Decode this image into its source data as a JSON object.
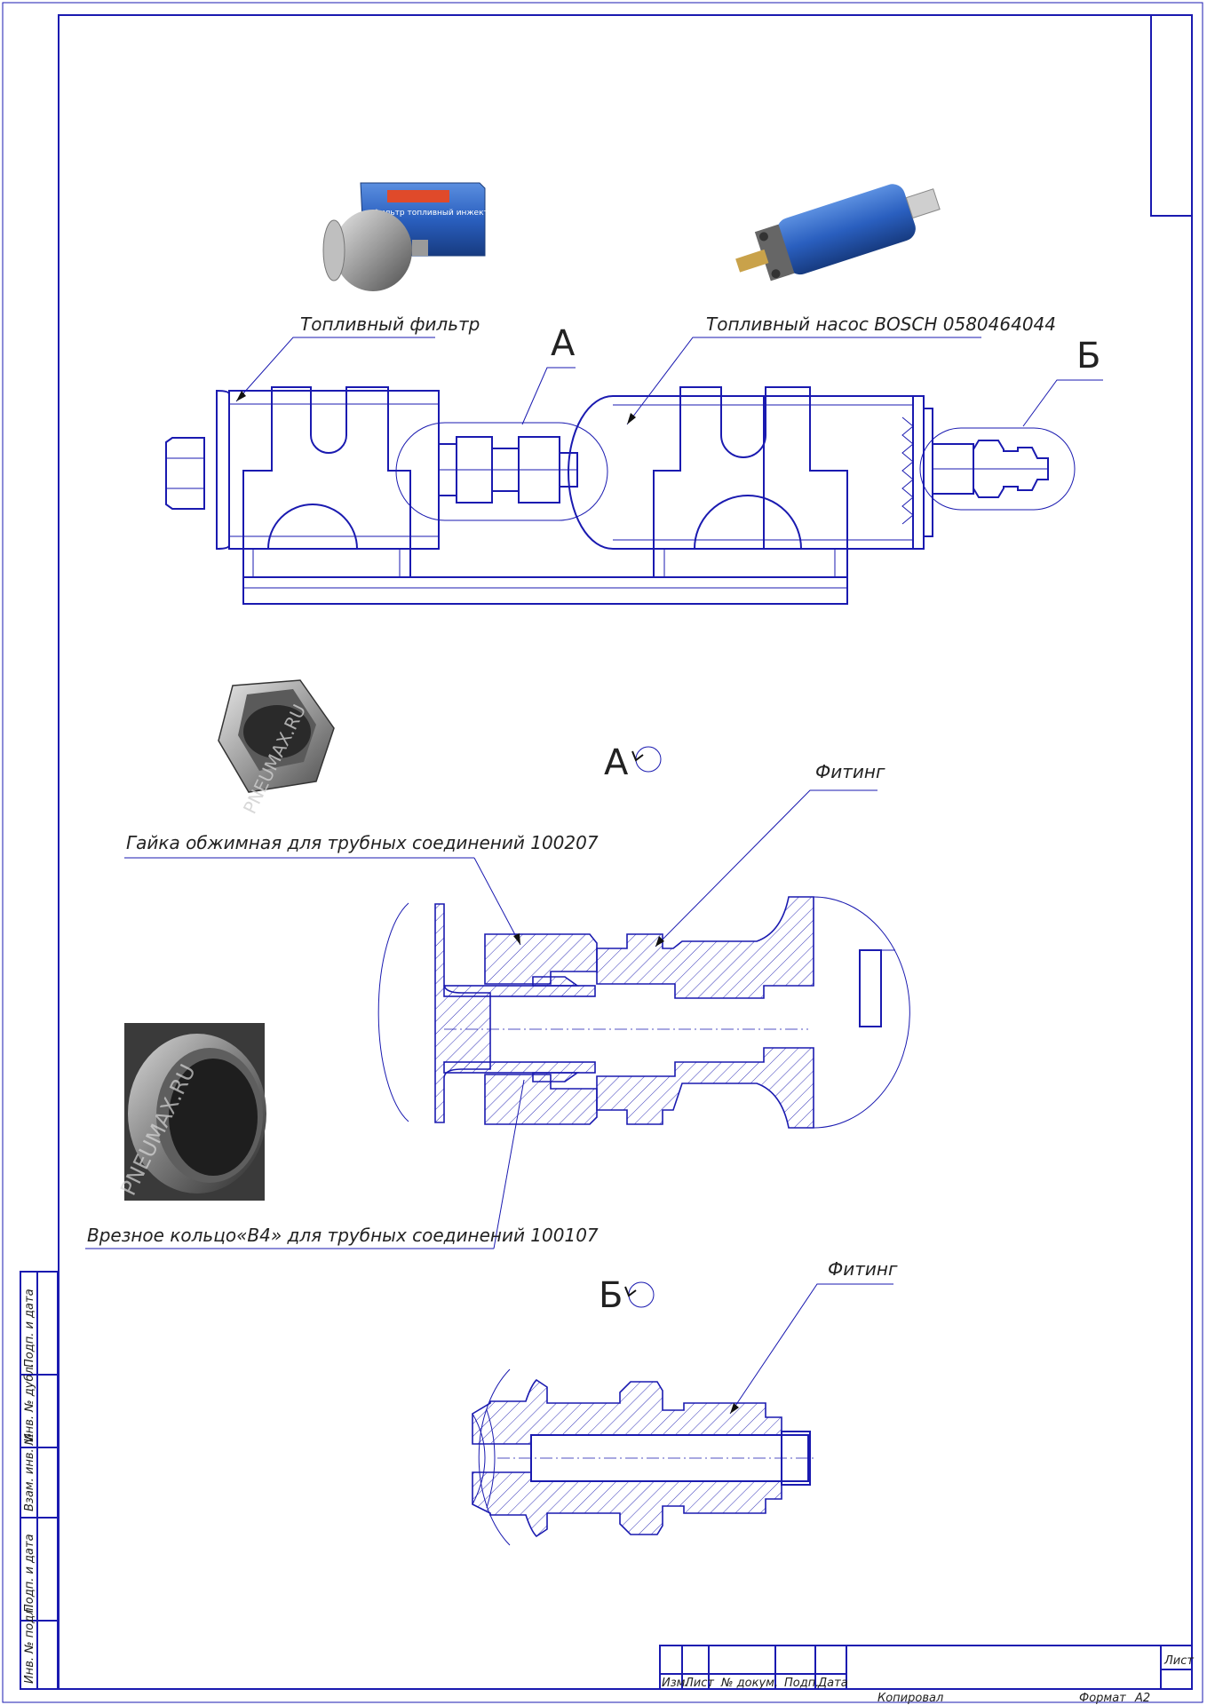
{
  "labels": {
    "fuel_filter": "Топливный фильтр",
    "fuel_pump": "Топливный насос BOSCH 0580464044",
    "view_a": "А",
    "view_b": "Б",
    "view_a_rot": "А",
    "view_b_rot": "Б",
    "fitting_a": "Фитинг",
    "fitting_b": "Фитинг",
    "nut": "Гайка обжимная для трубных соединений 100207",
    "ring": "Врезное кольцо«В4» для трубных соединений 100107"
  },
  "photos": {
    "filter_box_text": "Фильтр топливный инжекторный",
    "nut_watermark": "PNEUMAX.RU",
    "ring_watermark": "PNEUMAX.RU"
  },
  "side_stamp": [
    "Инв. № подл.",
    "Подп. и дата",
    "Взам. инв. №",
    "Инв. № дубл.",
    "Подп. и дата"
  ],
  "title_block": {
    "columns": [
      "Изм.",
      "Лист",
      "№ докум.",
      "Подп.",
      "Дата"
    ],
    "sheet": "Лист",
    "copied": "Копировал",
    "format_label": "Формат",
    "format_value": "А2"
  },
  "colors": {
    "line": "#1a1ab0",
    "pump": "#2a5fbf",
    "filter_box": "#2b6fd6",
    "filter_box_stripe": "#e04a2a"
  }
}
